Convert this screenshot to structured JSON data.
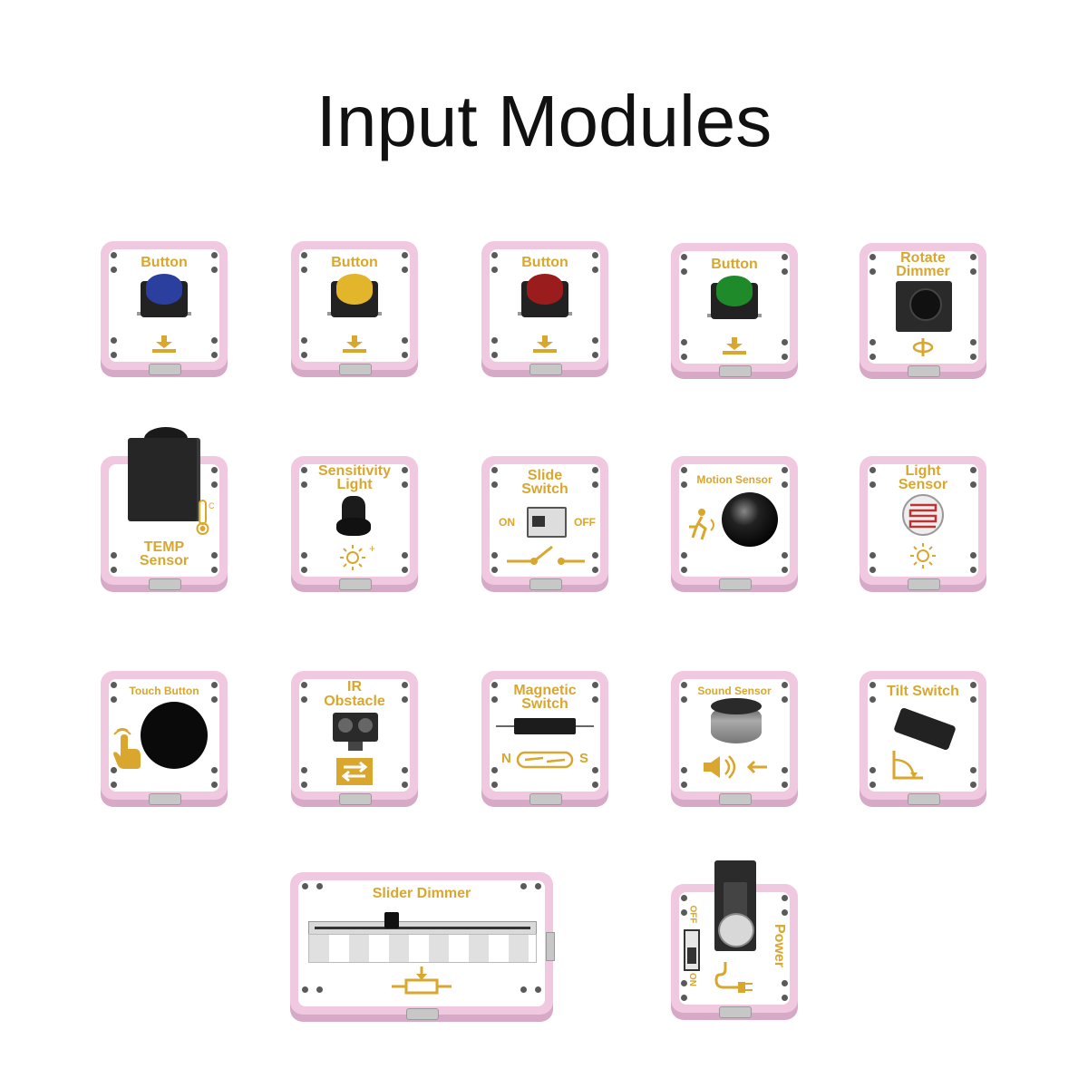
{
  "page": {
    "title": "Input Modules"
  },
  "colors": {
    "board_pink": "#f0c9e0",
    "label_gold": "#d9a62e",
    "button_blue": "#2b3f9e",
    "button_yellow": "#e3b52b",
    "button_red": "#9a1c1c",
    "button_green": "#1f8a2a"
  },
  "modules": {
    "button_blue": {
      "label": "Button"
    },
    "button_yellow": {
      "label": "Button"
    },
    "button_red": {
      "label": "Button"
    },
    "button_green": {
      "label": "Button"
    },
    "rotate_dimmer": {
      "line1": "Rotate",
      "line2": "Dimmer"
    },
    "temp_sensor": {
      "line1": "TEMP",
      "line2": "Sensor"
    },
    "sensitivity_light": {
      "line1": "Sensitivity",
      "line2": "Light"
    },
    "slide_switch": {
      "line1": "Slide",
      "line2": "Switch",
      "on": "ON",
      "off": "OFF"
    },
    "motion_sensor": {
      "label": "Motion  Sensor"
    },
    "light_sensor": {
      "line1": "Light",
      "line2": "Sensor"
    },
    "touch_button": {
      "label": "Touch Button"
    },
    "ir_obstacle": {
      "line1": "IR",
      "line2": "Obstacle"
    },
    "magnetic_switch": {
      "line1": "Magnetic",
      "line2": "Switch",
      "n": "N",
      "s": "S"
    },
    "sound_sensor": {
      "label": "Sound  Sensor"
    },
    "tilt_switch": {
      "label": "Tilt Switch"
    },
    "slider_dimmer": {
      "label": "Slider  Dimmer"
    },
    "power": {
      "label": "Power",
      "off": "OFF",
      "on": "ON"
    }
  },
  "icons": [
    "arrow-press-icon",
    "rotate-icon",
    "thermometer-icon",
    "sun-icon",
    "switch-icon",
    "running-person-icon",
    "finger-touch-icon",
    "ir-arrows-icon",
    "reed-switch-icon",
    "speaker-icon",
    "angle-icon",
    "potentiometer-icon",
    "plug-icon"
  ]
}
